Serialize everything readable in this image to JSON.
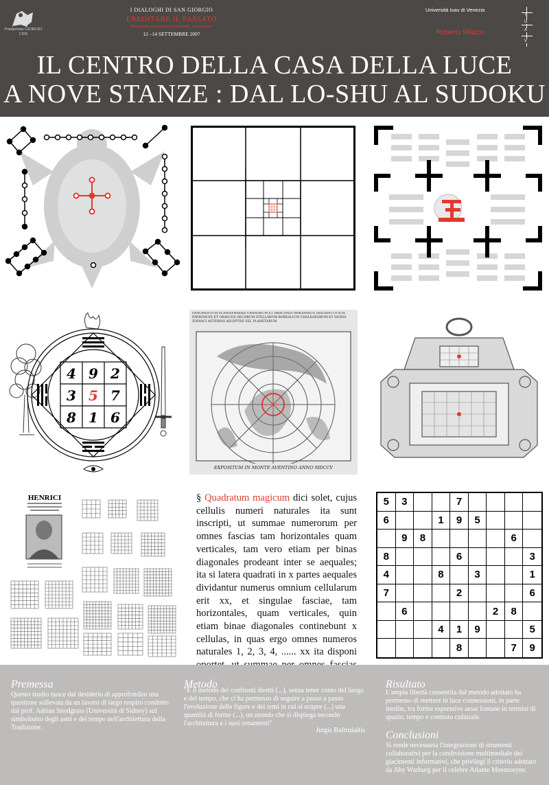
{
  "header": {
    "logo_caption": "Fondazione GIORGIO CINI",
    "event_series": "I DIALOGHI DI SAN GIORGIO",
    "event_title": "EREDITARE IL PASSATO",
    "event_subtitle": "Tradizioni, traduzioni, tradimenti, innovazioni",
    "event_dates": "12 –14 SETTEMBRE 2007",
    "university": "Università Iuav di Venezia",
    "author": "Roberto Milazzi",
    "iuav_letters": [
      "I",
      "U",
      "A",
      "V"
    ]
  },
  "title": {
    "line1": "IL CENTRO DELLA CASA DELLA LUCE",
    "line2": "A NOVE STANZE : DAL LO-SHU AL SUDOKU"
  },
  "panels": {
    "constellation_header": "FRAGMENTUM PLANISPHAERII URANORUM ET DRACONIS IMAGINIBUS INSCRIPTI IUXTA PHOENICES ET GRAECOS DECORUM STELLARUM BOREALIUM CHALDAEORUM ET SIGNIS ZODIACI AETERNIS AEGYPTIIS VEL PLANETARUM",
    "constellation_footer": "EXPOSITUM IN MONTE AVENTINO  ANNO MDCCV",
    "henrici_label": "HENRICI",
    "lo_shu_digits": [
      "4",
      "9",
      "2",
      "3",
      "5",
      "7",
      "8",
      "1",
      "6"
    ]
  },
  "quadratum": {
    "section_mark": "§",
    "highlight": "Quadratum magicum",
    "text": "dici solet, cujus cellulis numeri naturales ita sunt inscripti, ut summae numerorum per omnes fascias tam horizontales quam verticales, tam vero etiam per binas diagonales prodeant inter se aequales; ita si latera quadrati in x partes aequales dividantur numerus omnium cellularum erit xx, et singulae fasciae, tam horizontales, quam verticales, quin etiam binae diagonales continebunt x cellulas, in quas ergo omnes numeros naturales 1, 2, 3, 4, ...... xx ita disponi oportet, ut summae per omnes fascias memoratas evadant inter se aequales."
  },
  "sudoku": {
    "rows": [
      [
        "5",
        "3",
        "",
        "",
        "7",
        "",
        "",
        "",
        ""
      ],
      [
        "6",
        "",
        "",
        "1",
        "9",
        "5",
        "",
        "",
        ""
      ],
      [
        "",
        "9",
        "8",
        "",
        "",
        "",
        "",
        "6",
        ""
      ],
      [
        "8",
        "",
        "",
        "",
        "6",
        "",
        "",
        "",
        "3"
      ],
      [
        "4",
        "",
        "",
        "8",
        "",
        "3",
        "",
        "",
        "1"
      ],
      [
        "7",
        "",
        "",
        "",
        "2",
        "",
        "",
        "",
        "6"
      ],
      [
        "",
        "6",
        "",
        "",
        "",
        "",
        "2",
        "8",
        ""
      ],
      [
        "",
        "",
        "",
        "4",
        "1",
        "9",
        "",
        "",
        "5"
      ],
      [
        "",
        "",
        "",
        "",
        "8",
        "",
        "",
        "7",
        "9"
      ]
    ]
  },
  "footer": {
    "premessa_heading": "Premessa",
    "premessa_text": "Questo studio nasce dal desiderio di approfondire una questione sollevata da un lavoro di largo respiro condotto dal prof. Adrian Snodgrass (Università di Sidney) sul simbolismo degli astri e del tempo nell'architettura della Tradizione.",
    "metodo_heading": "Metodo",
    "metodo_text": "\"È il metodo dei confronti diretti (...), senza tener conto del luogo e del tempo, che ci ha permesso di seguire a passo a passo l'evoluzione delle figure e dei temi in cui si scopre (...) una quantità di forme (...), un mondo che si dispiega secondo l'architettura e i suoi ornamenti\"",
    "metodo_author": "Jurgis Baltrušaitis",
    "risultato_heading": "Risultato",
    "risultato_text": "L'ampia libertà consentita dal metodo adottato ha permesso di mettere in luce connessioni, in parte inedite, tra forme espressive assai lontane in termini di spazio, tempo e contesto culturale.",
    "conclusioni_heading": "Conclusioni",
    "conclusioni_text": "Si rende necessaria l'integrazione di strumenti collaborativi per la condivisione multimediale dei giacimenti informativi, che privilegi il criterio adottato da Aby Warburg per il celebre Atlante Mnemosyne."
  },
  "colors": {
    "header_bg": "#4b4846",
    "accent": "#e03a2e",
    "footer_bg": "#bdbcbb"
  }
}
